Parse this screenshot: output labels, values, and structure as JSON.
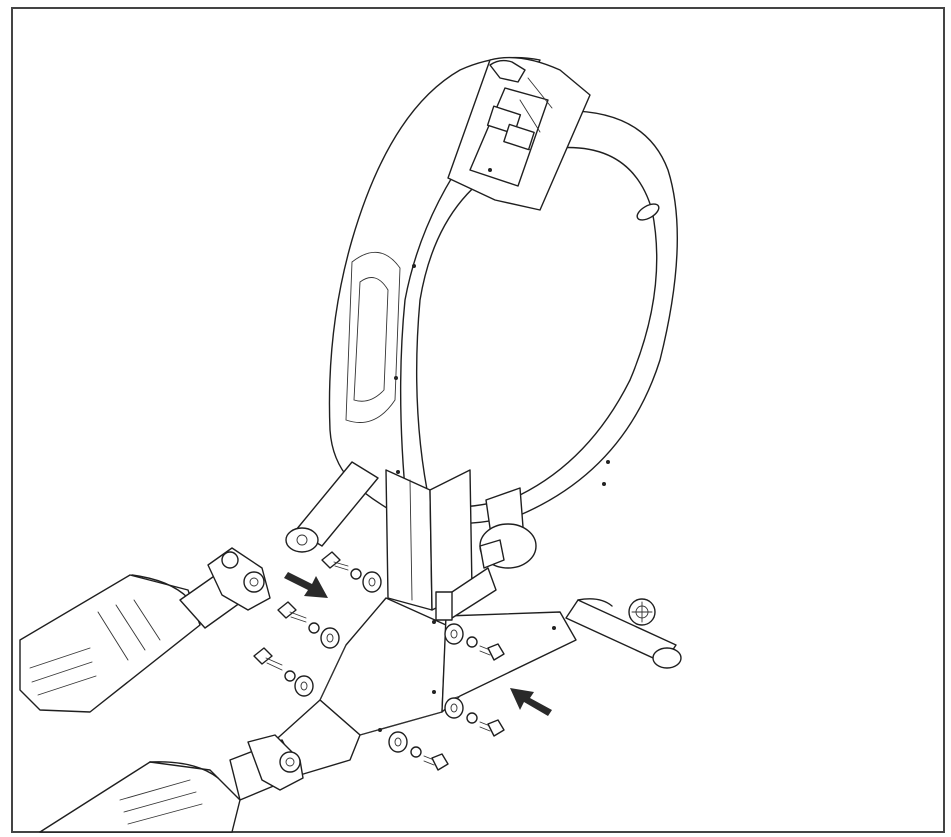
{
  "diagram": {
    "type": "assembly-illustration",
    "frame": "bordered",
    "hardware_sets": [
      {
        "side": "left",
        "position": "upper",
        "parts": [
          "bolt",
          "lock-washer",
          "flat-washer"
        ]
      },
      {
        "side": "left",
        "position": "middle",
        "parts": [
          "bolt",
          "lock-washer",
          "flat-washer"
        ]
      },
      {
        "side": "left",
        "position": "lower",
        "parts": [
          "bolt",
          "lock-washer",
          "flat-washer"
        ]
      },
      {
        "side": "right",
        "position": "upper",
        "parts": [
          "bolt",
          "lock-washer",
          "flat-washer"
        ]
      },
      {
        "side": "right",
        "position": "middle",
        "parts": [
          "bolt",
          "lock-washer",
          "flat-washer"
        ]
      },
      {
        "side": "right",
        "position": "lower",
        "parts": [
          "bolt",
          "lock-washer",
          "flat-washer"
        ]
      }
    ],
    "arrows": [
      "arrow-right-down",
      "arrow-left-up"
    ],
    "colors": {
      "line": "#1f1f1f",
      "background": "#ffffff",
      "arrow": "#2a2a2a"
    }
  }
}
